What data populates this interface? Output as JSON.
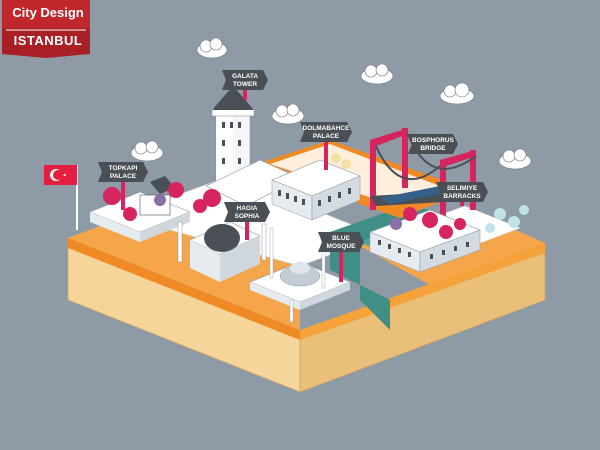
{
  "banner": {
    "title": "City Design",
    "subtitle": "ISTANBUL"
  },
  "colors": {
    "background": "#8e9aa6",
    "banner_red": "#c0272d",
    "sign_gray": "#4a4e55",
    "accent_pink": "#d6245f",
    "orange": "#f08a24",
    "sand": "#f6d59a",
    "water": "#3f8f86",
    "flag_red": "#e41e3f"
  },
  "landmarks": [
    {
      "id": "galata-tower",
      "line1": "GALATA",
      "line2": "TOWER"
    },
    {
      "id": "dolmabahce-palace",
      "line1": "DOLMABAHCE",
      "line2": "PALACE"
    },
    {
      "id": "bosphorus-bridge",
      "line1": "BOSPHORUS",
      "line2": "BRIDGE"
    },
    {
      "id": "topkapi-palace",
      "line1": "TOPKAPI",
      "line2": "PALACE"
    },
    {
      "id": "hagia-sophia",
      "line1": "HAGIA",
      "line2": "SOPHIA"
    },
    {
      "id": "selimiye-barracks",
      "line1": "SELIMIYE",
      "line2": "BARRACKS"
    },
    {
      "id": "blue-mosque",
      "line1": "BLUE",
      "line2": "MOSQUE"
    }
  ],
  "icons": [
    "turkish-flag-icon",
    "cloud-icon",
    "tree-icon"
  ]
}
